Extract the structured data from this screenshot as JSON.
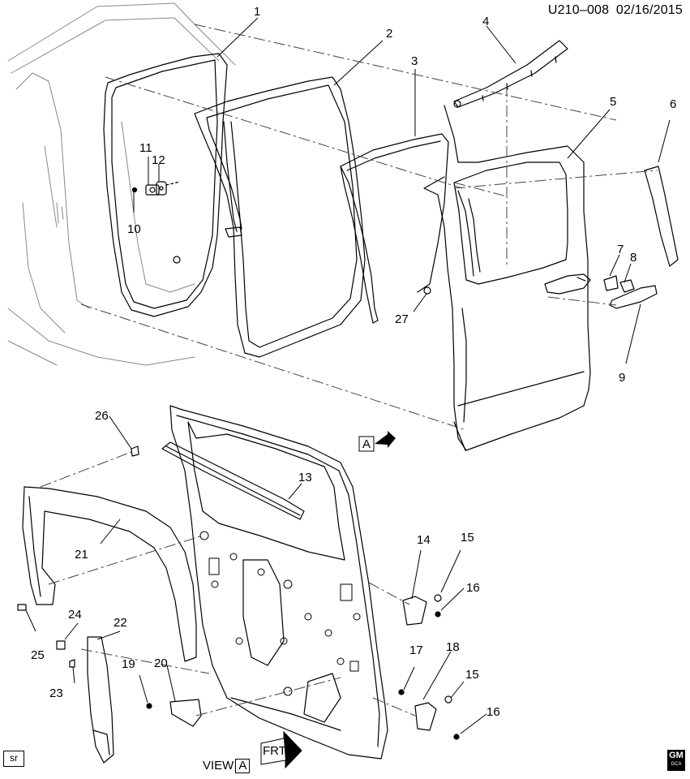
{
  "header": {
    "code": "U210–008",
    "date": "02/16/2015"
  },
  "footer": {
    "sr_label": "sr",
    "gm_label": "GM",
    "gm_sub": "GCA"
  },
  "view": {
    "label": "VIEW",
    "ref": "A"
  },
  "view_arrow": {
    "ref": "A"
  },
  "frt_label": "FRT",
  "callouts": [
    {
      "id": "c1",
      "text": "1"
    },
    {
      "id": "c2",
      "text": "2"
    },
    {
      "id": "c3",
      "text": "3"
    },
    {
      "id": "c4",
      "text": "4"
    },
    {
      "id": "c5",
      "text": "5"
    },
    {
      "id": "c6",
      "text": "6"
    },
    {
      "id": "c7",
      "text": "7"
    },
    {
      "id": "c8",
      "text": "8"
    },
    {
      "id": "c9",
      "text": "9"
    },
    {
      "id": "c10",
      "text": "10"
    },
    {
      "id": "c11",
      "text": "11"
    },
    {
      "id": "c12",
      "text": "12"
    },
    {
      "id": "c13",
      "text": "13"
    },
    {
      "id": "c14",
      "text": "14"
    },
    {
      "id": "c15a",
      "text": "15"
    },
    {
      "id": "c16a",
      "text": "16"
    },
    {
      "id": "c17",
      "text": "17"
    },
    {
      "id": "c18",
      "text": "18"
    },
    {
      "id": "c15b",
      "text": "15"
    },
    {
      "id": "c16b",
      "text": "16"
    },
    {
      "id": "c19",
      "text": "19"
    },
    {
      "id": "c20",
      "text": "20"
    },
    {
      "id": "c21",
      "text": "21"
    },
    {
      "id": "c22",
      "text": "22"
    },
    {
      "id": "c23",
      "text": "23"
    },
    {
      "id": "c24",
      "text": "24"
    },
    {
      "id": "c25",
      "text": "25"
    },
    {
      "id": "c26",
      "text": "26"
    },
    {
      "id": "c27",
      "text": "27"
    }
  ]
}
